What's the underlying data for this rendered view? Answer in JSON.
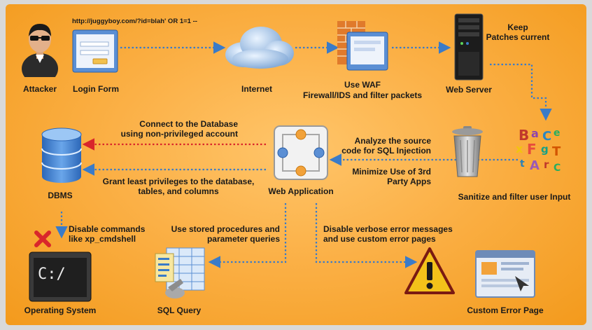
{
  "diagram": {
    "url_text": "http://juggyboy.com/?id=blah' OR 1=1 --",
    "labels": {
      "attacker": "Attacker",
      "login_form": "Login Form",
      "internet": "Internet",
      "waf_line1": "Use WAF",
      "waf_line2": "Firewall/IDS and filter packets",
      "web_server": "Web Server",
      "keep_line1": "Keep",
      "keep_line2": "Patches current",
      "sanitize": "Sanitize and filter user Input",
      "analyze_line1": "Analyze the source",
      "analyze_line2": "code for SQL Injection",
      "minimize_line1": "Minimize Use of 3rd",
      "minimize_line2": "Party Apps",
      "web_application": "Web Application",
      "connect_line1": "Connect to the Database",
      "connect_line2": "using non-privileged account",
      "grant_line1": "Grant least privileges to the database,",
      "grant_line2": "tables, and columns",
      "dbms": "DBMS",
      "disable_line1": "Disable commands",
      "disable_line2": "like xp_cmdshell",
      "operating_system": "Operating System",
      "stored_line1": "Use stored procedures and",
      "stored_line2": "parameter queries",
      "sql_query": "SQL Query",
      "verbose_line1": "Disable verbose error messages",
      "verbose_line2": "and use custom error pages",
      "custom_error_page": "Custom Error Page",
      "terminal_prompt": "C:/"
    },
    "colors": {
      "background": "#f7a838",
      "arrow_blue": "#3a7bc8",
      "arrow_red": "#d9262b",
      "text": "#1a1a1a"
    },
    "icons": [
      "attacker-icon",
      "login-form-icon",
      "cloud-icon",
      "waf-firewall-icon",
      "server-icon",
      "letters-icon",
      "trash-can-icon",
      "web-application-icon",
      "database-icon",
      "red-x-icon",
      "terminal-icon",
      "sql-query-icon",
      "warning-icon",
      "error-page-icon"
    ]
  }
}
